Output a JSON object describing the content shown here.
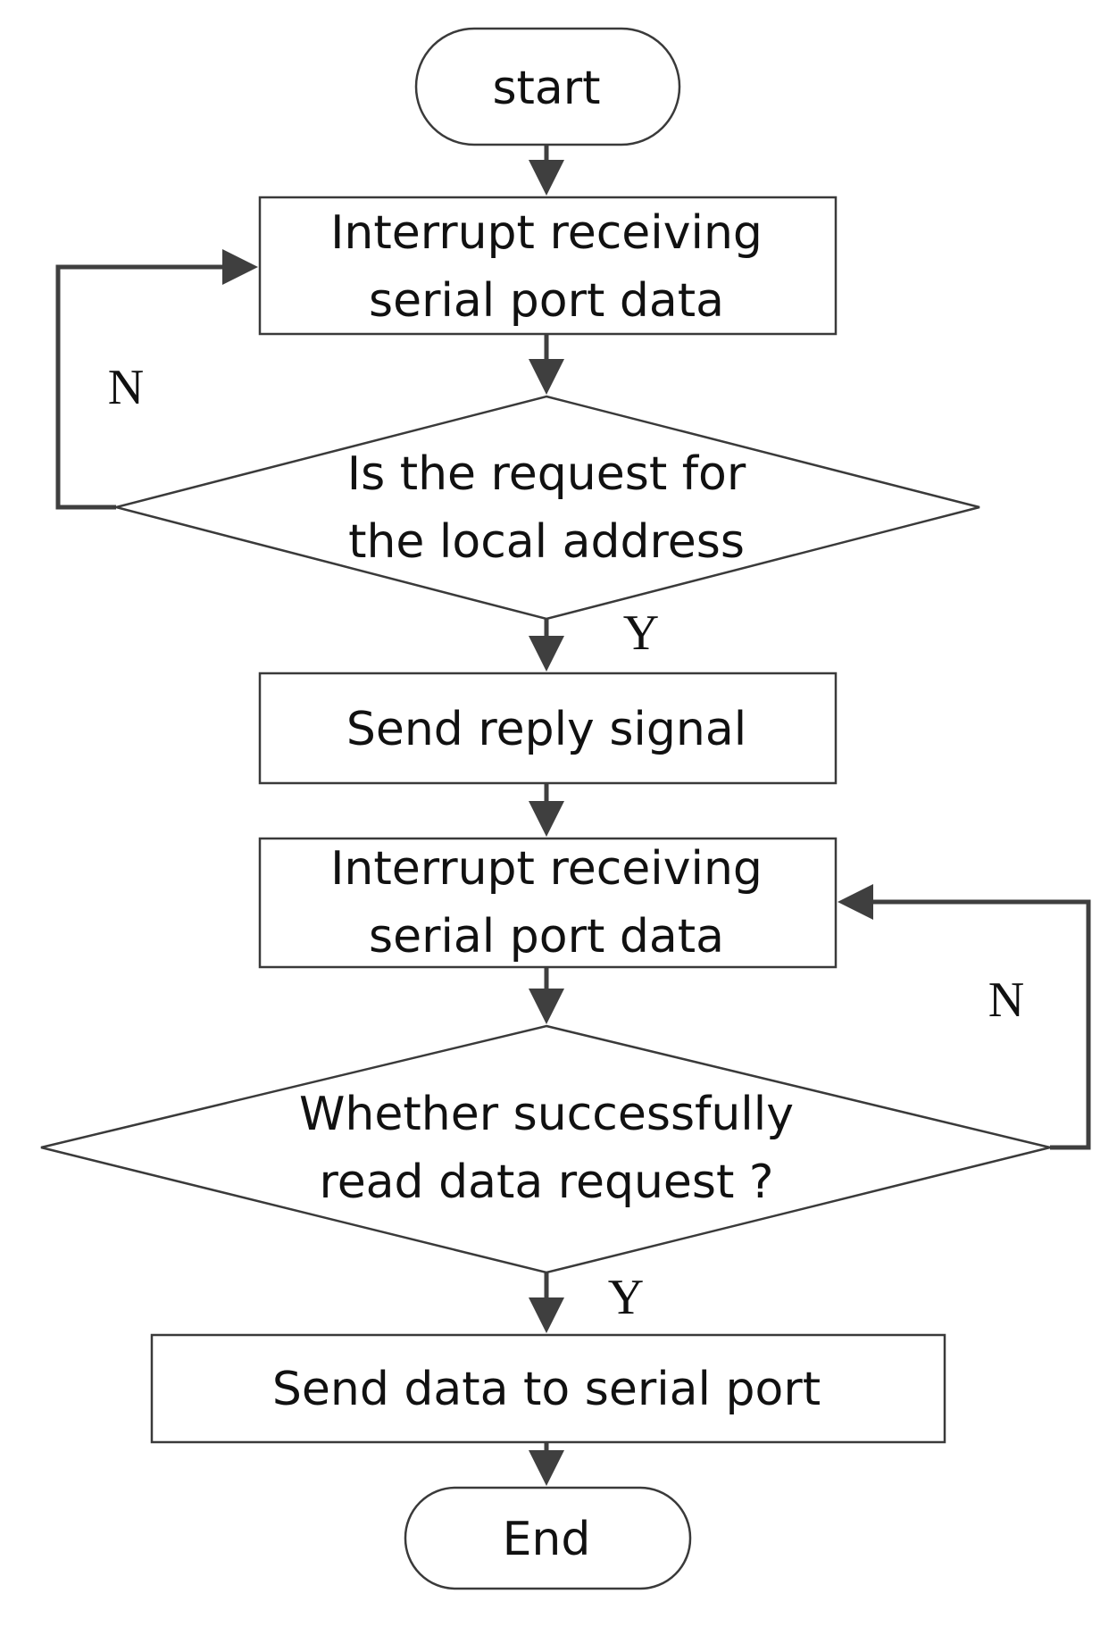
{
  "nodes": {
    "start": "start",
    "receive1": [
      "Interrupt receiving",
      "serial port data"
    ],
    "decision1": [
      "Is the request for",
      "the local address"
    ],
    "reply": "Send reply signal",
    "receive2": [
      "Interrupt receiving",
      "serial port data"
    ],
    "decision2": [
      "Whether successfully",
      "read data request ?"
    ],
    "send": "Send data to serial port",
    "end": "End"
  },
  "labels": {
    "decision1_no": "N",
    "decision1_yes": "Y",
    "decision2_no": "N",
    "decision2_yes": "Y"
  },
  "colors": {
    "stroke": "#3f3f3f",
    "text": "#111111",
    "background": "#ffffff"
  }
}
